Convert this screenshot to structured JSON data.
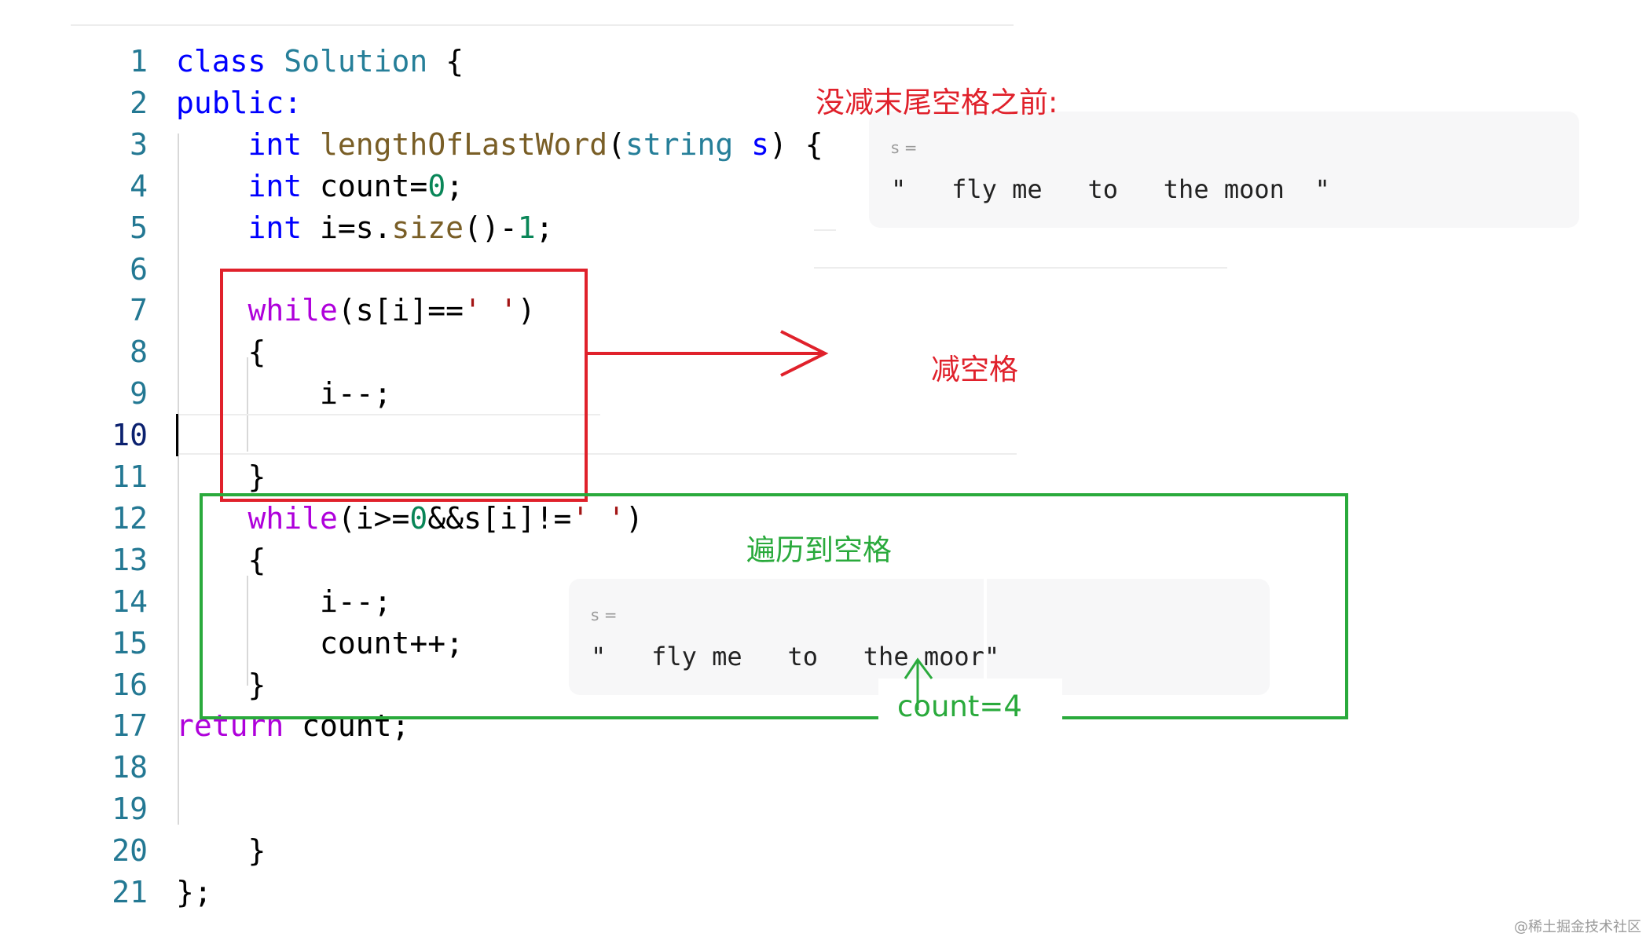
{
  "code": {
    "active_line": "10",
    "lines": [
      {
        "n": "1",
        "tokens": [
          {
            "t": "class",
            "c": "kw"
          },
          {
            "t": " "
          },
          {
            "t": "Solution",
            "c": "ty"
          },
          {
            "t": " {"
          }
        ]
      },
      {
        "n": "2",
        "tokens": [
          {
            "t": "public:",
            "c": "kw"
          }
        ]
      },
      {
        "n": "3",
        "tokens": [
          {
            "t": "    "
          },
          {
            "t": "int",
            "c": "kw"
          },
          {
            "t": " "
          },
          {
            "t": "lengthOfLastWord",
            "c": "fn"
          },
          {
            "t": "("
          },
          {
            "t": "string",
            "c": "ty"
          },
          {
            "t": " "
          },
          {
            "t": "s",
            "c": "kw"
          },
          {
            "t": ") {"
          }
        ]
      },
      {
        "n": "4",
        "tokens": [
          {
            "t": "    "
          },
          {
            "t": "int",
            "c": "kw"
          },
          {
            "t": " count="
          },
          {
            "t": "0",
            "c": "num"
          },
          {
            "t": ";"
          }
        ]
      },
      {
        "n": "5",
        "tokens": [
          {
            "t": "    "
          },
          {
            "t": "int",
            "c": "kw"
          },
          {
            "t": " i=s."
          },
          {
            "t": "size",
            "c": "fn"
          },
          {
            "t": "()-"
          },
          {
            "t": "1",
            "c": "num"
          },
          {
            "t": ";"
          }
        ]
      },
      {
        "n": "6",
        "tokens": []
      },
      {
        "n": "7",
        "tokens": [
          {
            "t": "    "
          },
          {
            "t": "while",
            "c": "ctl"
          },
          {
            "t": "(s[i]=="
          },
          {
            "t": "' '",
            "c": "str"
          },
          {
            "t": ")"
          }
        ]
      },
      {
        "n": "8",
        "tokens": [
          {
            "t": "    {"
          }
        ]
      },
      {
        "n": "9",
        "tokens": [
          {
            "t": "        i--;"
          }
        ]
      },
      {
        "n": "10",
        "tokens": []
      },
      {
        "n": "11",
        "tokens": [
          {
            "t": "    }"
          }
        ]
      },
      {
        "n": "12",
        "tokens": [
          {
            "t": "    "
          },
          {
            "t": "while",
            "c": "ctl"
          },
          {
            "t": "(i>="
          },
          {
            "t": "0",
            "c": "num"
          },
          {
            "t": "&&s[i]!="
          },
          {
            "t": "' '",
            "c": "str"
          },
          {
            "t": ")"
          }
        ]
      },
      {
        "n": "13",
        "tokens": [
          {
            "t": "    {"
          }
        ]
      },
      {
        "n": "14",
        "tokens": [
          {
            "t": "        i--;"
          }
        ]
      },
      {
        "n": "15",
        "tokens": [
          {
            "t": "        count++;"
          }
        ]
      },
      {
        "n": "16",
        "tokens": [
          {
            "t": "    }"
          }
        ]
      },
      {
        "n": "17",
        "tokens": [
          {
            "t": "return",
            "c": "ctl"
          },
          {
            "t": " count;"
          }
        ]
      },
      {
        "n": "18",
        "tokens": []
      },
      {
        "n": "19",
        "tokens": []
      },
      {
        "n": "20",
        "tokens": [
          {
            "t": "    }"
          }
        ]
      },
      {
        "n": "21",
        "tokens": [
          {
            "t": "};"
          }
        ]
      }
    ]
  },
  "annotations": {
    "before_trim_label": "没减末尾空格之前:",
    "trim_spaces_label": "减空格",
    "traverse_label": "遍历到空格",
    "count_label": "count=4"
  },
  "panel_top": {
    "var_label": "s =",
    "value": "\"   fly me   to   the moon  \""
  },
  "panel_bottom": {
    "var_label": "s =",
    "value": "\"   fly me   to   the moor\""
  },
  "colors": {
    "red": "#e0212b",
    "green": "#2aaa3c"
  },
  "watermark": "@稀土掘金技术社区"
}
